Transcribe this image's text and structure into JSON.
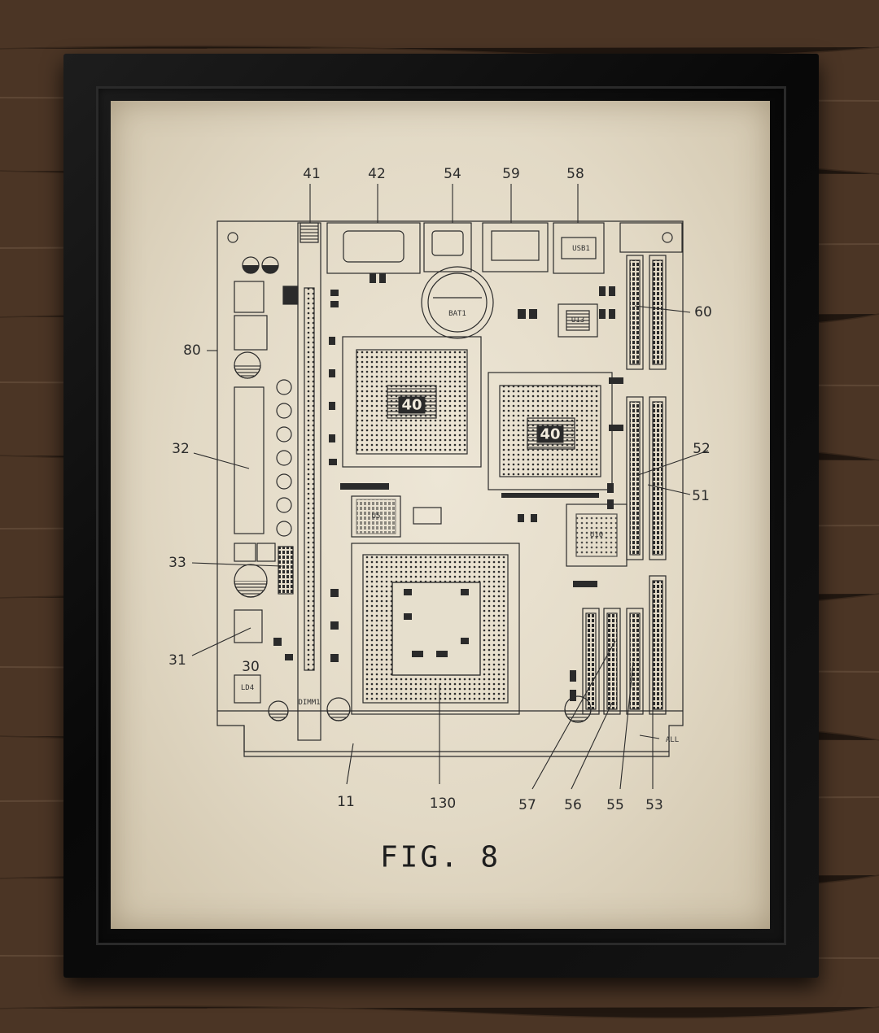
{
  "figure": {
    "title": "FIG. 8",
    "reference_numerals": [
      {
        "id": "n41",
        "text": "41"
      },
      {
        "id": "n42",
        "text": "42"
      },
      {
        "id": "n54",
        "text": "54"
      },
      {
        "id": "n59",
        "text": "59"
      },
      {
        "id": "n58",
        "text": "58"
      },
      {
        "id": "n60",
        "text": "60"
      },
      {
        "id": "n80",
        "text": "80"
      },
      {
        "id": "n32",
        "text": "32"
      },
      {
        "id": "n52",
        "text": "52"
      },
      {
        "id": "n51",
        "text": "51"
      },
      {
        "id": "n33",
        "text": "33"
      },
      {
        "id": "n31",
        "text": "31"
      },
      {
        "id": "n30",
        "text": "30"
      },
      {
        "id": "n11",
        "text": "11"
      },
      {
        "id": "n130",
        "text": "130"
      },
      {
        "id": "n57",
        "text": "57"
      },
      {
        "id": "n56",
        "text": "56"
      },
      {
        "id": "n55",
        "text": "55"
      },
      {
        "id": "n53",
        "text": "53"
      }
    ],
    "chip_markings": {
      "chip_left": "40",
      "chip_right": "40"
    },
    "silkscreen": {
      "battery": "BAT1",
      "all": "ALL",
      "u13": "U13",
      "u10": "U10",
      "u5": "U5",
      "ld4": "LD4",
      "dimm": "DIMM1",
      "usb": "USB1"
    }
  },
  "colors": {
    "ink": "#2b2b2b",
    "paper": "#e6dfcd",
    "frame": "#0e0e0e",
    "wood": "#4a3424"
  }
}
